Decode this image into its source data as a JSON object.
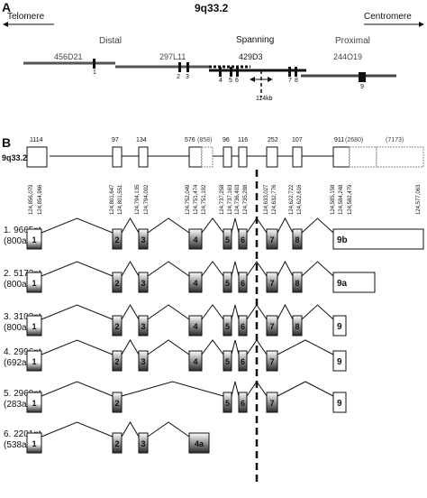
{
  "panel_a": {
    "letter": "A",
    "title": "9q33.2",
    "telomere": "Telomere",
    "centromere": "Centromere",
    "regions": {
      "distal": "Distal",
      "spanning": "Spanning",
      "proximal": "Proximal"
    },
    "clones": [
      "456D21",
      "297L11",
      "429D3",
      "244O19"
    ],
    "marker_nums": [
      "1",
      "2",
      "3",
      "4",
      "5",
      "6",
      "7",
      "8",
      "9"
    ],
    "size_label": "114kb"
  },
  "panel_b": {
    "letter": "B",
    "chrom_label": "9q33.2",
    "exon_sizes": [
      "1114",
      "97",
      "134",
      "576",
      "(858)",
      "96",
      "116",
      "252",
      "107",
      "911",
      "(2680)",
      "(7173)"
    ],
    "exon_box_labels": [
      "1",
      "2",
      "3",
      "4",
      "a",
      "5",
      "6",
      "7",
      "8",
      "9",
      "a",
      "b"
    ],
    "coordinates": [
      "124,856,079",
      "124,854,966",
      "124,801,647",
      "124,801,551",
      "124,794,135",
      "124,794,002",
      "124,752,049",
      "124,751,474",
      "124,751,192",
      "124,737,258",
      "124,737,163",
      "124,736,403",
      "124,735,288",
      "124,633,027",
      "124,632,776",
      "124,622,722",
      "124,622,616",
      "124,585,158",
      "124,584,248",
      "124,582,479",
      "124,577,063"
    ],
    "transcripts": [
      {
        "label": "1. 9665nt",
        "sub": "(800aa)",
        "exons": [
          "1",
          "2",
          "3",
          "4",
          "5",
          "6",
          "7",
          "8",
          "9b"
        ]
      },
      {
        "label": "2. 5172nt",
        "sub": "(800aa)",
        "exons": [
          "1",
          "2",
          "3",
          "4",
          "5",
          "6",
          "7",
          "8",
          "9a"
        ]
      },
      {
        "label": "3. 3103nt",
        "sub": "(800aa)",
        "exons": [
          "1",
          "2",
          "3",
          "4",
          "5",
          "6",
          "7",
          "8",
          "9"
        ]
      },
      {
        "label": "4. 2996nt",
        "sub": "(692aa)",
        "exons": [
          "1",
          "2",
          "3",
          "4",
          "5",
          "6",
          "7",
          "9"
        ]
      },
      {
        "label": "5. 2969nt",
        "sub": "(283aa)",
        "exons": [
          "1",
          "2",
          "5",
          "6",
          "7",
          "9"
        ]
      },
      {
        "label": "6. 2201nt",
        "sub": "(538aa)",
        "exons": [
          "1",
          "2",
          "3",
          "4a"
        ]
      }
    ]
  }
}
